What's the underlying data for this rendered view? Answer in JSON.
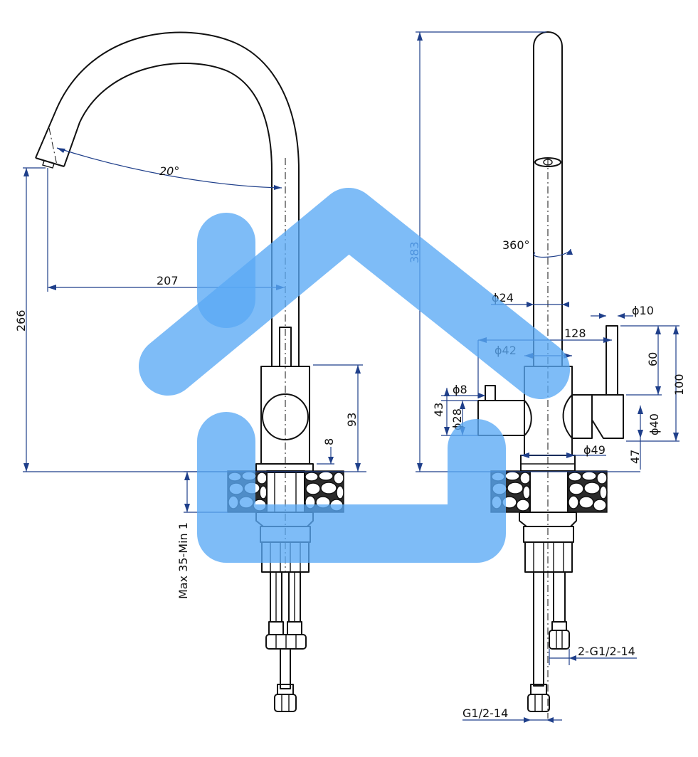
{
  "watermark": {
    "name": "house-logo-watermark",
    "color": "#5aa9f5"
  },
  "colors": {
    "outline": "#111111",
    "dimension_lines": "#1f3f8a",
    "background": "#ffffff"
  },
  "side_view": {
    "angle_label": "20°",
    "reach_label": "207",
    "height_label": "266",
    "body_height_label": "93",
    "collar_label": "8",
    "deck_thickness_label": "Max 35-Min 1"
  },
  "front_view": {
    "total_height_label": "383",
    "rotation_label": "360°",
    "spout_diameter_label": "ϕ24",
    "body_width_label": "128",
    "body_diameter_label": "ϕ42",
    "lever_diameter_label": "ϕ10",
    "lever_height_label": "60",
    "lever_total_label": "100",
    "side_knob_label": "ϕ8",
    "side_body_label": "ϕ28",
    "side_height_label": "43",
    "handle_diameter_label": "ϕ40",
    "base_diameter_label": "ϕ49",
    "handle_offset_label": "47",
    "hose_thread_label": "2-G1/2-14",
    "bottom_thread_label": "G1/2-14"
  }
}
